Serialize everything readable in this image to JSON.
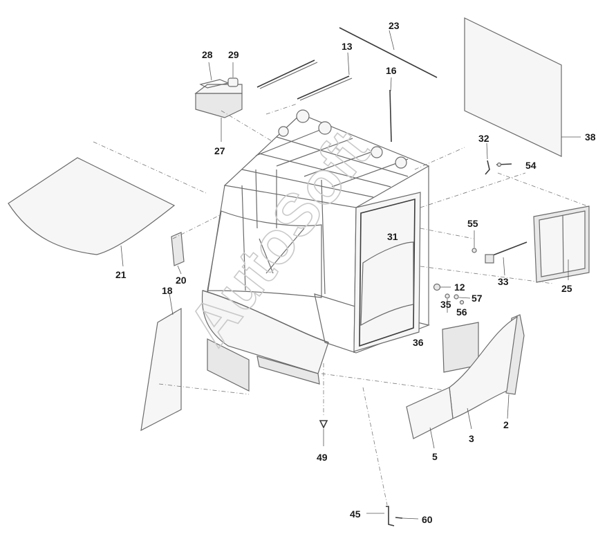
{
  "watermark": "AutoSoft",
  "callouts": {
    "c23": "23",
    "c13": "13",
    "c28": "28",
    "c29": "29",
    "c16": "16",
    "c27": "27",
    "c38": "38",
    "c32": "32",
    "c54": "54",
    "c21": "21",
    "c20": "20",
    "c18": "18",
    "c31": "31",
    "c55": "55",
    "c33": "33",
    "c25": "25",
    "c12": "12",
    "c57": "57",
    "c56": "56",
    "c35": "35",
    "c36": "36",
    "c2": "2",
    "c3": "3",
    "c5": "5",
    "c49": "49",
    "c45": "45",
    "c60": "60"
  }
}
